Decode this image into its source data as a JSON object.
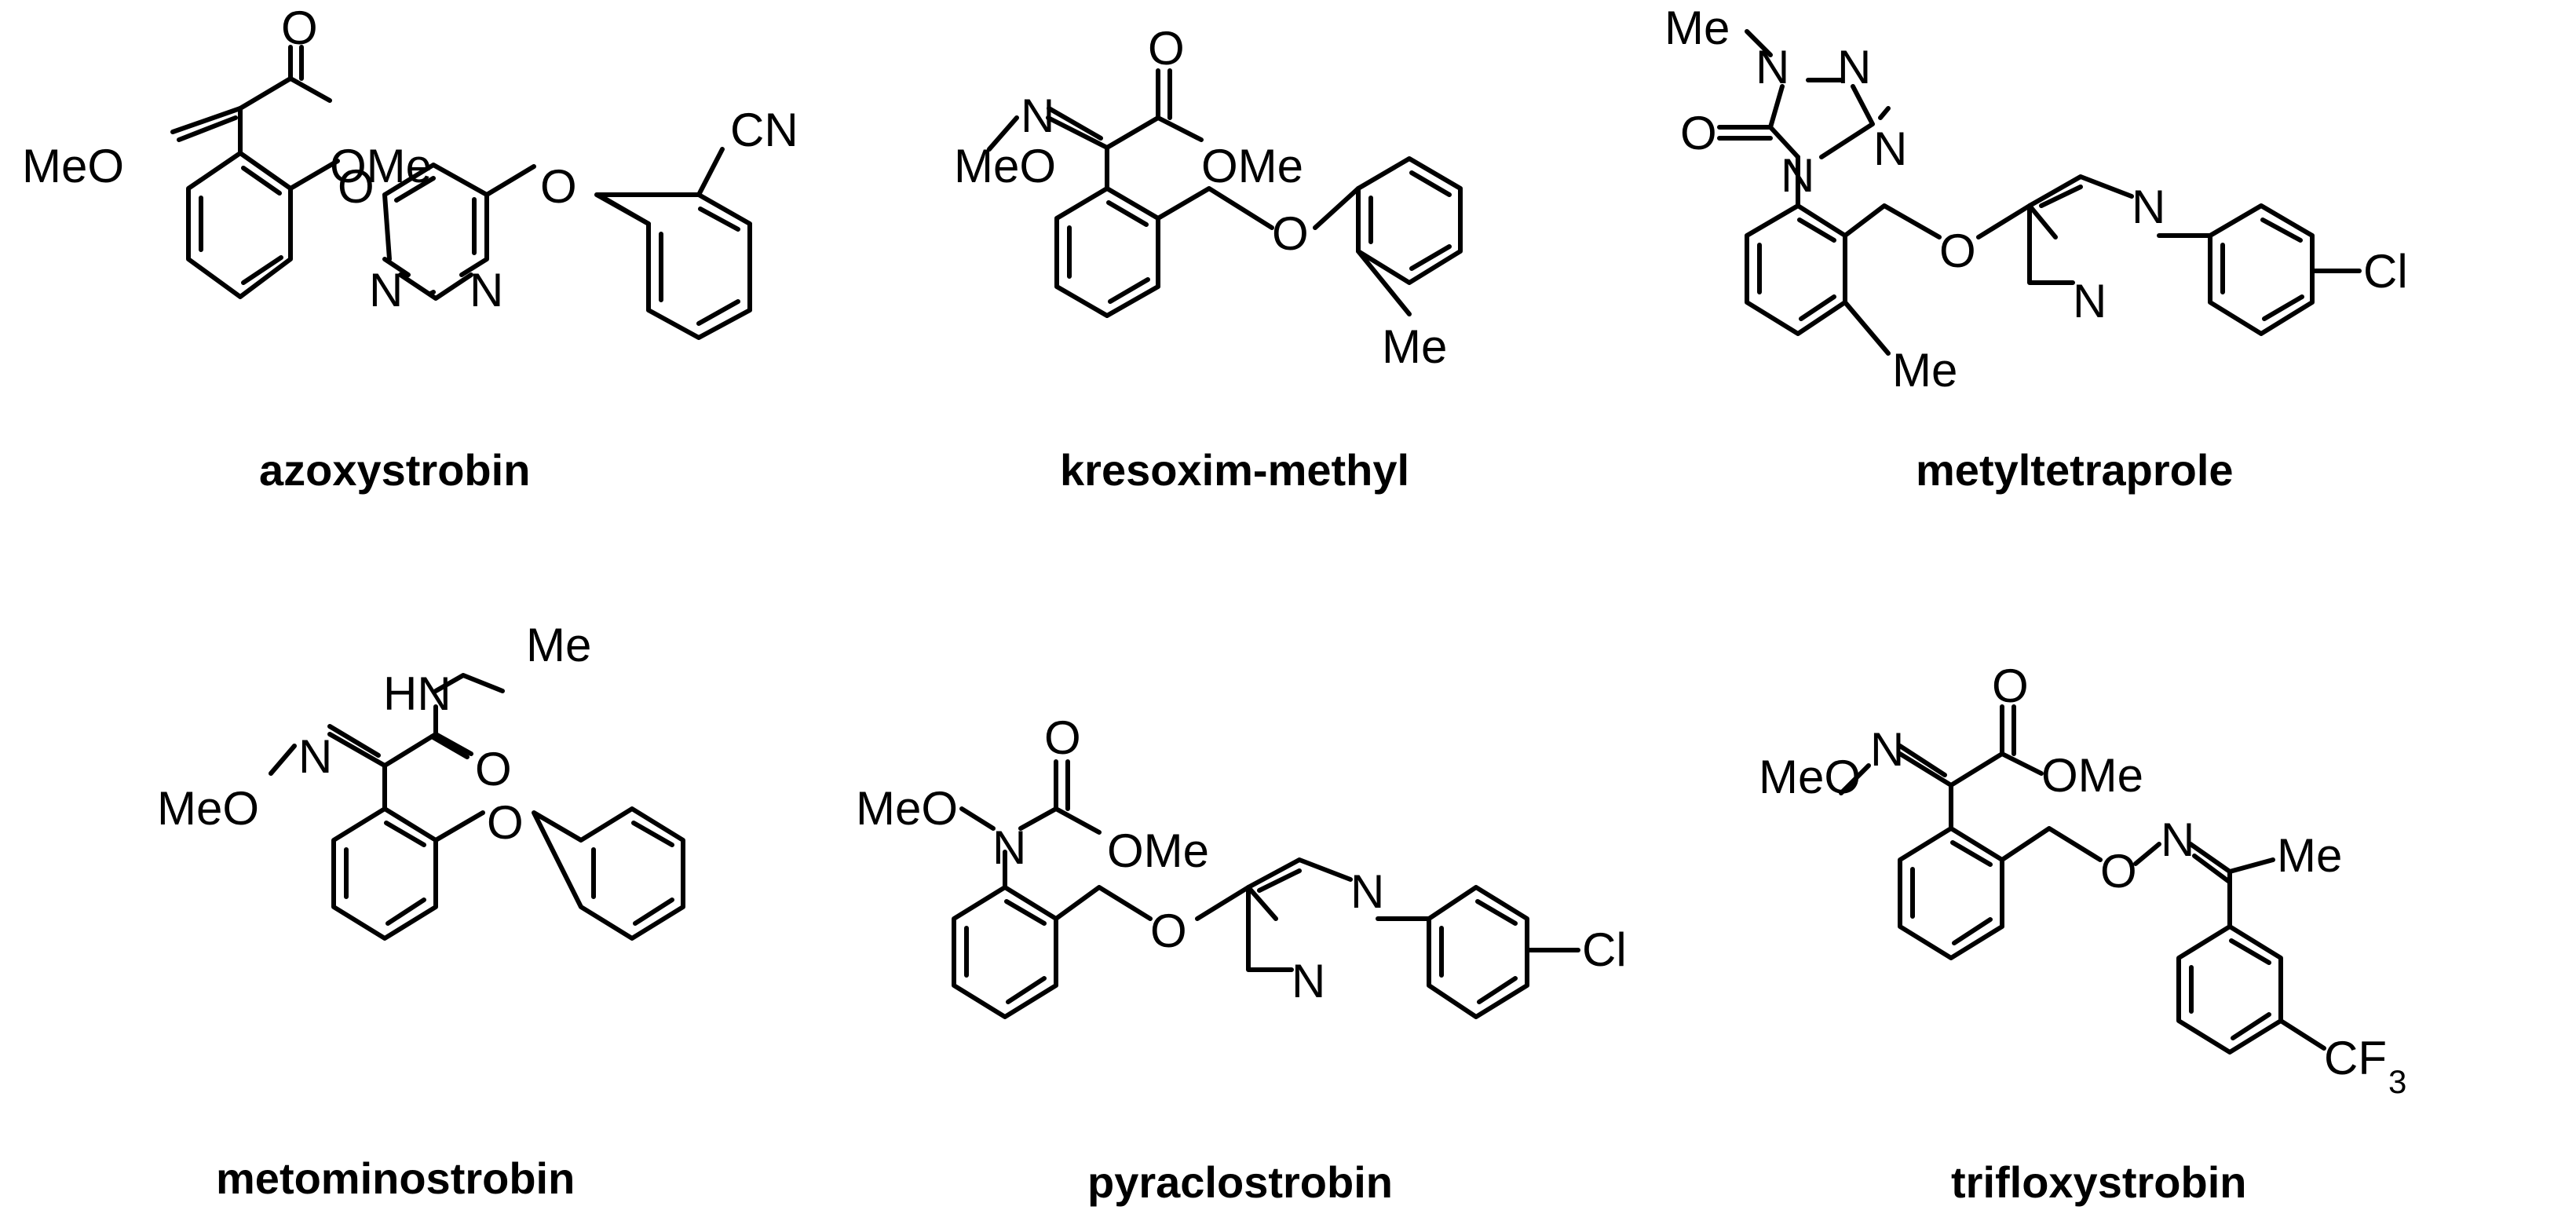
{
  "compounds": [
    {
      "name": "azoxystrobin",
      "atoms": {
        "meo": "MeO",
        "o_carbonyl": "O",
        "ome": "OMe",
        "o_ether1": "O",
        "n1": "N",
        "n2": "N",
        "o_ether2": "O",
        "cn": "CN"
      }
    },
    {
      "name": "kresoxim-methyl",
      "atoms": {
        "meo": "MeO",
        "n": "N",
        "o_carbonyl": "O",
        "ome": "OMe",
        "o_ether": "O",
        "me": "Me"
      }
    },
    {
      "name": "metyltetraprole",
      "atoms": {
        "me_top": "Me",
        "n1": "N",
        "n2": "N",
        "n3": "N",
        "n4": "N",
        "o_carbonyl": "O",
        "o_ether": "O",
        "n_pz1": "N",
        "n_pz2": "N",
        "cl": "Cl",
        "me_ring": "Me"
      }
    },
    {
      "name": "metominostrobin",
      "atoms": {
        "me": "Me",
        "hn": "HN",
        "meo": "MeO",
        "n": "N",
        "o_carbonyl": "O",
        "o_ether": "O"
      }
    },
    {
      "name": "pyraclostrobin",
      "atoms": {
        "meo": "MeO",
        "o_carbonyl": "O",
        "n": "N",
        "ome": "OMe",
        "o_ether": "O",
        "n_pz1": "N",
        "n_pz2": "N",
        "cl": "Cl"
      }
    },
    {
      "name": "trifloxystrobin",
      "atoms": {
        "meo": "MeO",
        "n": "N",
        "o_carbonyl": "O",
        "ome": "OMe",
        "o_link": "O",
        "n_oxime": "N",
        "me": "Me",
        "cf": "CF",
        "sub3": "3"
      }
    }
  ]
}
